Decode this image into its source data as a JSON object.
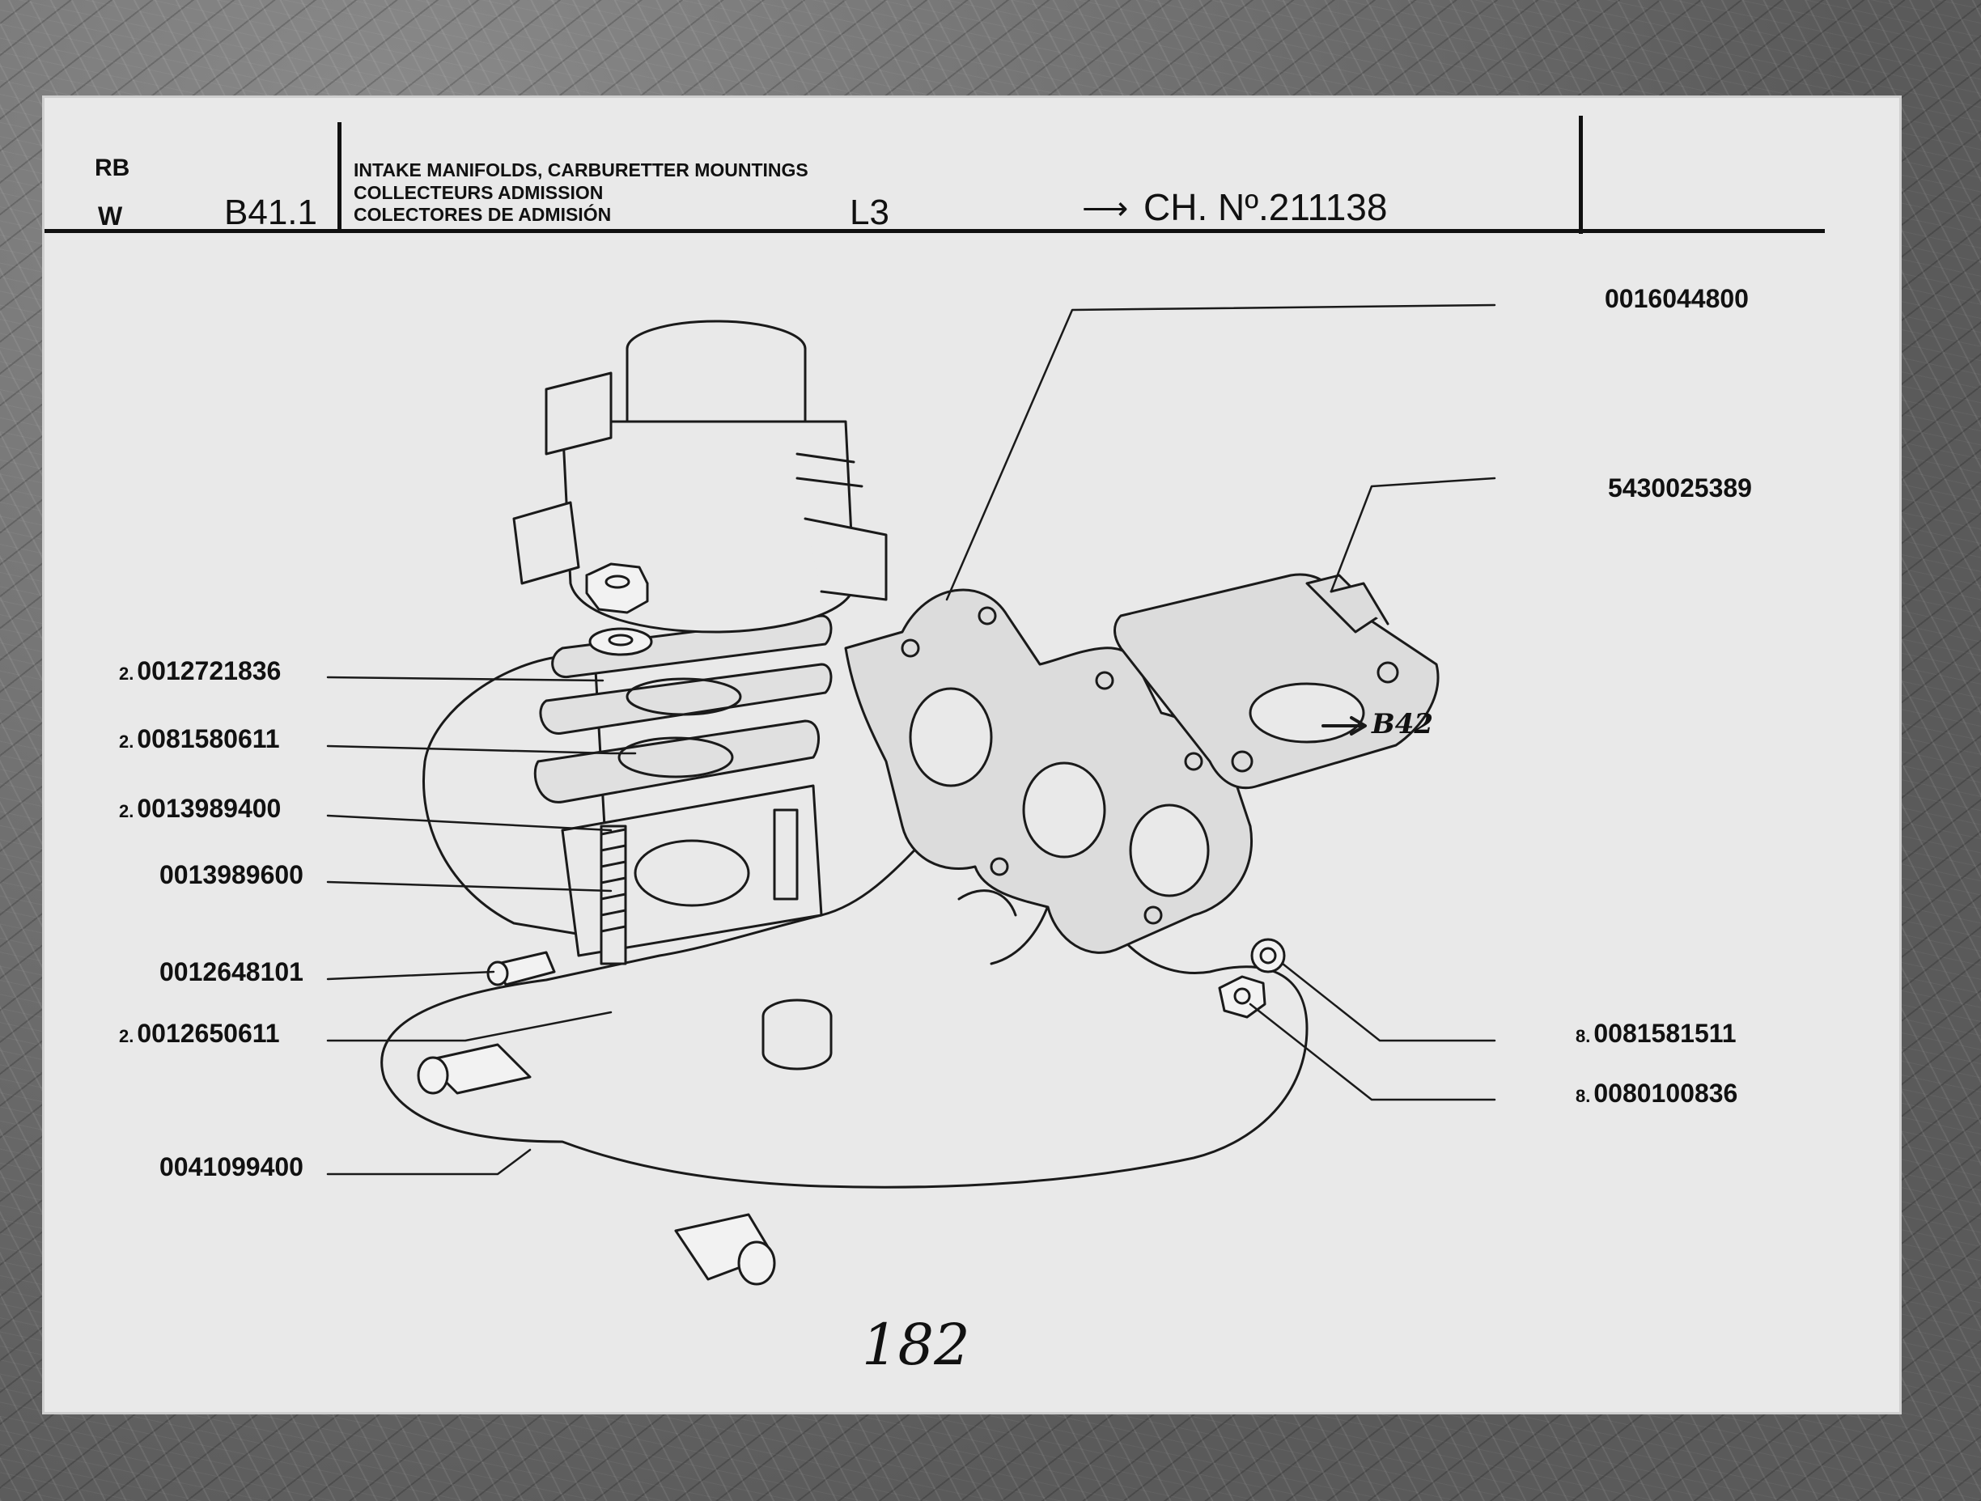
{
  "header": {
    "code_top": "RB",
    "code_bottom": "W",
    "section": "B41.1",
    "title_en": "INTAKE MANIFOLDS, CARBURETTER MOUNTINGS",
    "title_fr": "COLLECTEURS ADMISSION",
    "title_es": "COLECTORES DE ADMISIÓN",
    "model": "L3",
    "chassis_arrow": "⟶",
    "chassis": "CH. Nº.211138"
  },
  "callouts_left": [
    {
      "qty": "2.",
      "part": "0012721836"
    },
    {
      "qty": "2.",
      "part": "0081580611"
    },
    {
      "qty": "2.",
      "part": "0013989400"
    },
    {
      "qty": "",
      "part": "0013989600"
    },
    {
      "qty": "",
      "part": "0012648101"
    },
    {
      "qty": "2.",
      "part": "0012650611"
    },
    {
      "qty": "",
      "part": "0041099400"
    }
  ],
  "callouts_right": [
    {
      "qty": "",
      "part": "0016044800"
    },
    {
      "qty": "",
      "part": "5430025389"
    },
    {
      "qty": "8.",
      "part": "0081581511"
    },
    {
      "qty": "8.",
      "part": "0080100836"
    }
  ],
  "cross_ref": "B42",
  "page_note": "182"
}
